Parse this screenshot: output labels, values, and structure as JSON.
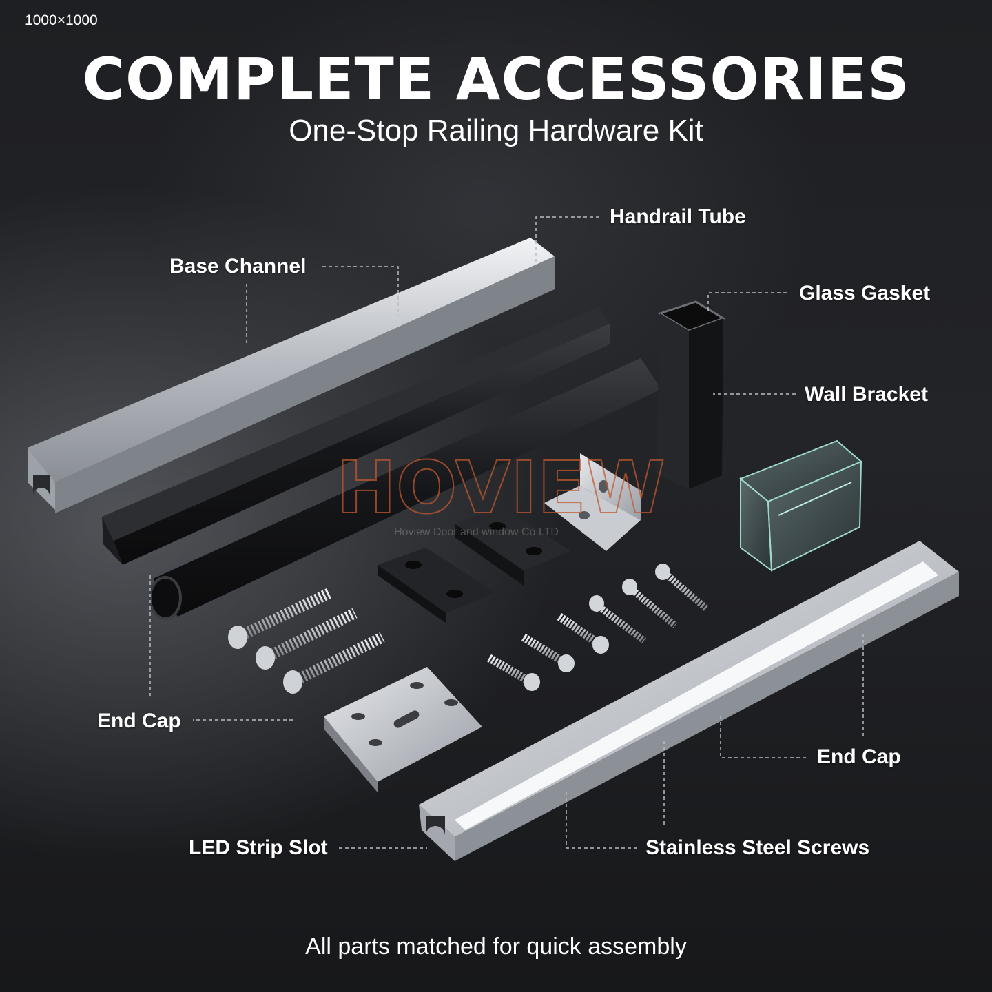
{
  "canvas_label": "1000×1000",
  "title": "COMPLETE ACCESSORIES",
  "subtitle": "One-Stop Railing Hardware Kit",
  "footer": "All parts matched for quick assembly",
  "watermark": {
    "brand": "HOVIEW",
    "company": "Hoview Door and window Co LTD"
  },
  "labels": {
    "base_channel": "Base Channel",
    "handrail_tube": "Handrail Tube",
    "glass_gasket": "Glass Gasket",
    "wall_bracket": "Wall Bracket",
    "end_cap_left": "End Cap",
    "end_cap_right": "End Cap",
    "led_strip_slot": "LED Strip Slot",
    "stainless_steel_screws": "Stainless Steel Screws"
  },
  "colors": {
    "text": "#ffffff",
    "leader": "#b9bcc2",
    "watermark": "#c0592e",
    "aluminum": "#c9cdd2",
    "black_part": "#1a1b1d"
  }
}
